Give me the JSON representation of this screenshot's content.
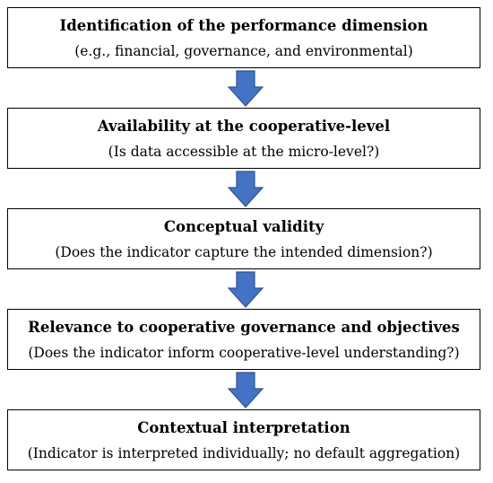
{
  "flowchart": {
    "steps": [
      {
        "title": "Identification of the performance dimension",
        "subtitle": "(e.g., financial, governance, and environmental)"
      },
      {
        "title": "Availability at the cooperative-level",
        "subtitle": "(Is data accessible at the micro-level?)"
      },
      {
        "title": "Conceptual validity",
        "subtitle": "(Does the indicator capture the intended dimension?)"
      },
      {
        "title": "Relevance to cooperative governance and objectives",
        "subtitle": "(Does the indicator inform cooperative-level understanding?)"
      },
      {
        "title": "Contextual interpretation",
        "subtitle": "(Indicator is interpreted individually; no default aggregation)"
      }
    ],
    "colors": {
      "arrow_fill": "#4472C4",
      "arrow_stroke": "#2F528F",
      "box_border": "#000000"
    },
    "connector_icon": "down-arrow-icon"
  }
}
